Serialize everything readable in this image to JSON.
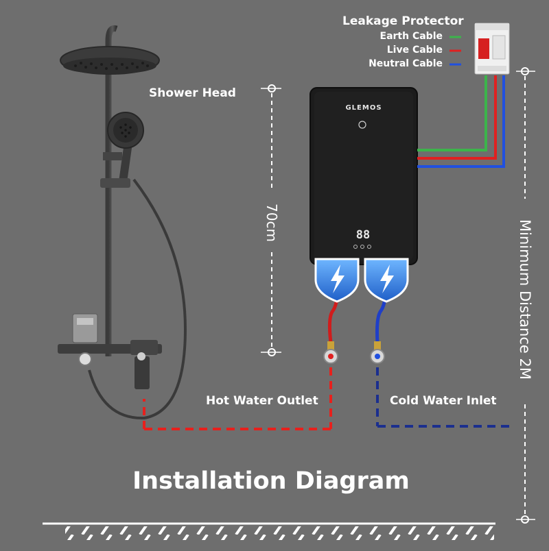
{
  "title": "Installation Diagram",
  "labels": {
    "leakage_protector": "Leakage Protector",
    "earth_cable": "Earth Cable",
    "live_cable": "Live Cable",
    "neutral_cable": "Neutral Cable",
    "shower_head": "Shower Head",
    "height_70cm": "70cm",
    "min_distance": "Minimum Distance 2M",
    "hot_water_outlet": "Hot Water Outlet",
    "cold_water_inlet": "Cold Water Inlet"
  },
  "heater": {
    "brand": "GLEMOS",
    "display": "88"
  },
  "colors": {
    "background": "#6e6e6e",
    "earth": "#3cb44b",
    "live": "#e02020",
    "neutral": "#2050e0",
    "hot_pipe": "#e8201c",
    "cold_pipe": "#1b2f8f",
    "heater_body": "#1c1c1c",
    "shield": "#2f7fe0"
  },
  "icons": {
    "protection": "shield-lightning-icon"
  }
}
